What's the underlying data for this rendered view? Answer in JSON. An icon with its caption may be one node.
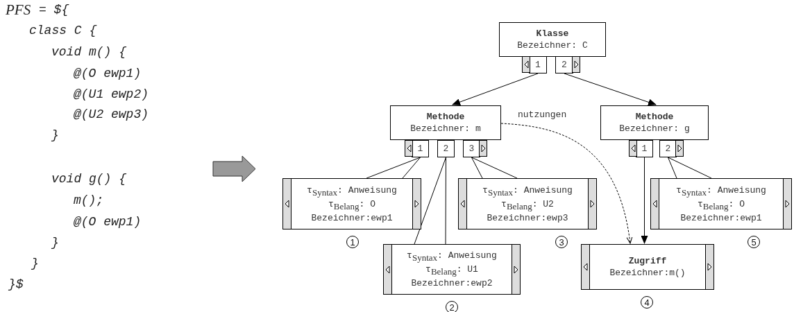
{
  "diagram": {
    "nodes": [
      {
        "text": [
          "Klasse",
          "Bezeichner: C"
        ]
      },
      {
        "text": [
          "1"
        ]
      },
      {
        "text": [
          "2"
        ]
      },
      {
        "text": [
          "Methode",
          "Bezeichner: m"
        ]
      },
      {
        "text": [
          "1"
        ]
      },
      {
        "text": [
          "2"
        ]
      },
      {
        "text": [
          "3"
        ]
      },
      {
        "text": [
          "Methode",
          "Bezeichner: g"
        ]
      },
      {
        "text": [
          "1"
        ]
      },
      {
        "text": [
          "2"
        ]
      },
      {
        "text": [
          "τ$_{Syntax}$: Anweisung",
          "τ$_{Belang}$: O",
          "Bezeichner:ewp1"
        ],
        "beside": [
          "1"
        ]
      },
      {
        "text": [
          "τ$_{Syntax}$: Anweisung",
          "τ$_{Belang}$: U2",
          "Bezeichner:ewp3"
        ],
        "beside": [
          "3"
        ]
      },
      {
        "text": [
          "τ$_{Syntax}$: Anweisung",
          "τ$_{Belang}$: O",
          "Bezeichner:ewp1"
        ],
        "beside": [
          "5"
        ]
      },
      {
        "text": [
          "Zugriff",
          "Bezeichner:m()"
        ],
        "beside": [
          "4"
        ]
      },
      {
        "text": [
          "τ$_{Syntax}$: Anweisung",
          "τ$_{Belang}$: U1",
          "Bezeichner:ewp2"
        ],
        "beside": [
          "2"
        ]
      }
    ],
    "edges": [
      {
        "from": 1,
        "to": 3,
        "arrow": "to"
      },
      {
        "from": 2,
        "to": 7,
        "arrow": "to"
      },
      {
        "from": 4,
        "to": 10,
        "arrow": "none"
      },
      {
        "from": 5,
        "to": 14,
        "arrow": "none"
      },
      {
        "from": 6,
        "to": 11,
        "arrow": "none"
      },
      {
        "from": 3,
        "to": 13,
        "arrow": "to",
        "label": "nutzungen",
        "style": "dashed"
      },
      {
        "from": 8,
        "to": 13,
        "arrow": "to"
      },
      {
        "from": 9,
        "to": 12,
        "arrow": "none"
      }
    ],
    "labels": [
      "PFS",
      "= ${",
      "class C {",
      "void m() {",
      "@(O ewp1)",
      "@(U1 ewp2)",
      "@(U2 ewp3)",
      "}",
      "void g() {",
      "m();",
      "@(O ewp1)",
      "}",
      "}",
      "}$"
    ]
  }
}
